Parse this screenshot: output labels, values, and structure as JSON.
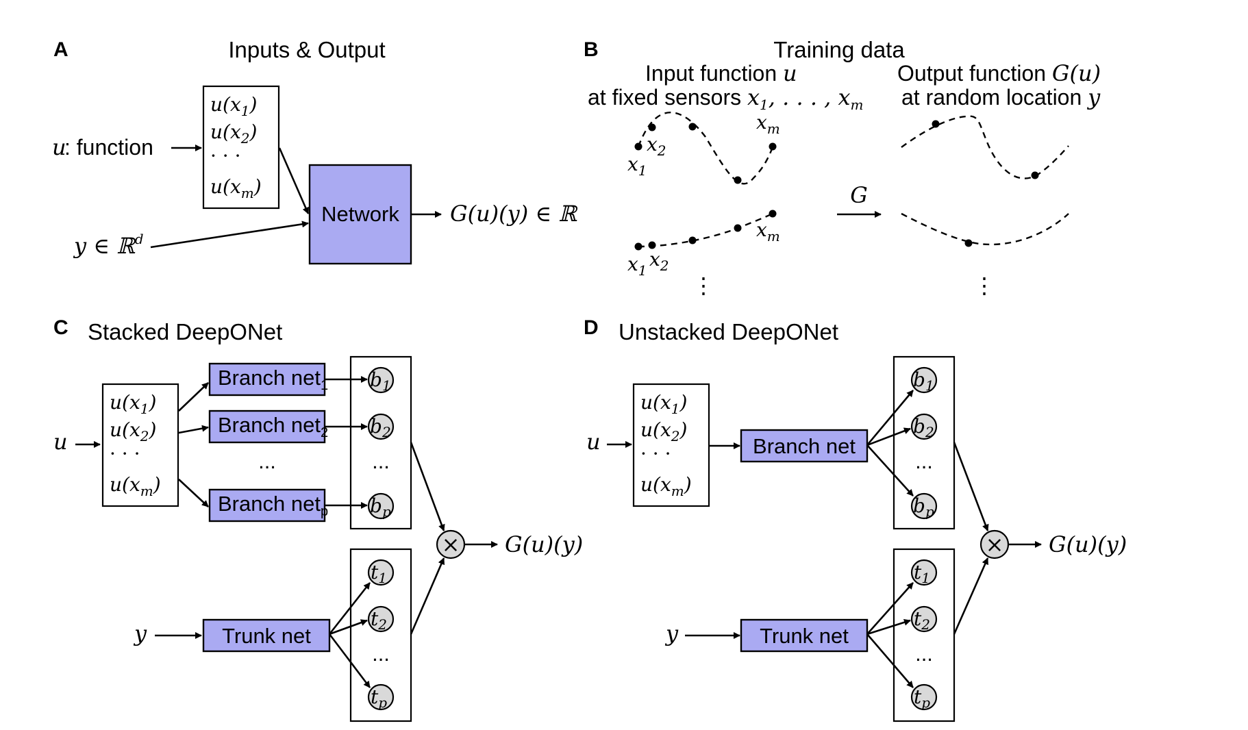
{
  "panels": {
    "A": {
      "letter": "A",
      "title": "Inputs & Output",
      "input_u_var": "u",
      "input_u_text": ": function",
      "sensor_values": [
        "u(x",
        "u(x",
        "· · ·",
        "u(x"
      ],
      "sensor_subs": [
        "1",
        "2",
        "",
        "m"
      ],
      "sensor_close": [
        ")",
        ")",
        "",
        ")"
      ],
      "y_input": "y ∈ ℝ",
      "y_input_sup": "d",
      "network_label": "Network",
      "output": "G(u)(y) ∈ ℝ"
    },
    "B": {
      "letter": "B",
      "title": "Training data",
      "input_heading_line1": "Input function ",
      "input_heading_var": "u",
      "input_heading_line2": "at fixed sensors ",
      "input_heading_sensors": "x",
      "input_heading_sensors_rest": ", . . . , x",
      "output_heading_line1": "Output function ",
      "output_heading_var": "G(u)",
      "output_heading_line2": "at random location ",
      "output_heading_loc": "y",
      "operator": "G",
      "x_var": "x",
      "sub_1": "1",
      "sub_2": "2",
      "sub_m": "m",
      "vdots": "⋮"
    },
    "C": {
      "letter": "C",
      "title": "Stacked DeepONet",
      "u_label": "u",
      "y_label": "y",
      "branch_base": "Branch net",
      "branch_subs": [
        "1",
        "2",
        "p"
      ],
      "ellipsis": "...",
      "trunk_label": "Trunk net",
      "b_var": "b",
      "t_var": "t",
      "node_subs": [
        "1",
        "2",
        "p"
      ],
      "times": "×",
      "output": "G(u)(y)"
    },
    "D": {
      "letter": "D",
      "title": "Unstacked DeepONet",
      "u_label": "u",
      "y_label": "y",
      "branch_label": "Branch net",
      "trunk_label": "Trunk net",
      "ellipsis": "...",
      "b_var": "b",
      "t_var": "t",
      "node_subs": [
        "1",
        "2",
        "p"
      ],
      "times": "×",
      "output": "G(u)(y)"
    }
  },
  "colors": {
    "network_fill": "#aaaaf2",
    "node_fill": "#d9d9d9",
    "stroke": "#000000"
  }
}
